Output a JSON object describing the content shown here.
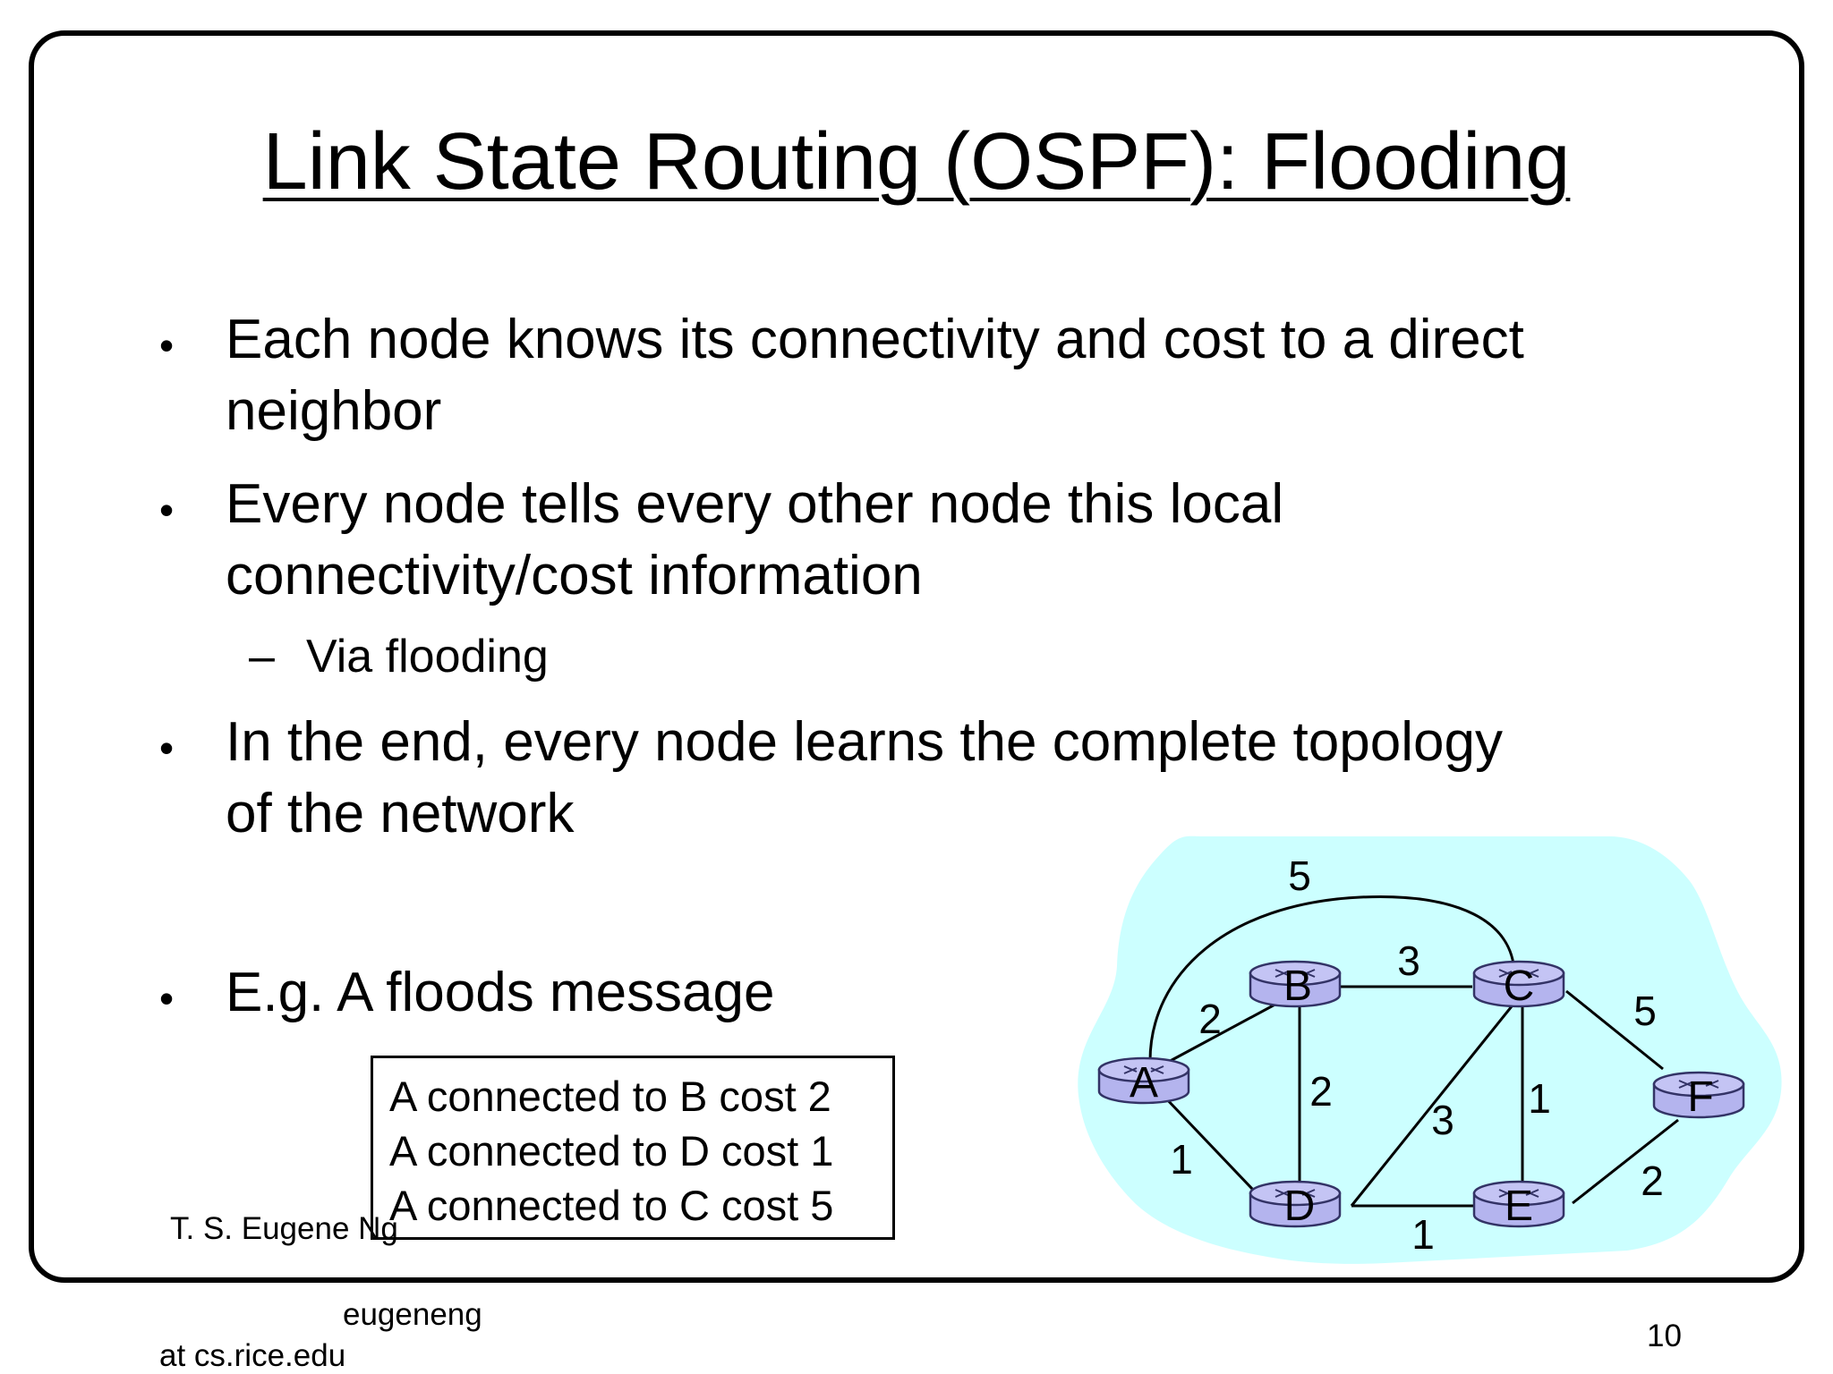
{
  "slide": {
    "title": "Link State Routing (OSPF): Flooding",
    "bullets": [
      {
        "line1": "Each node knows its connectivity and cost to a direct",
        "line2": "neighbor"
      },
      {
        "line1": "Every node tells every other node this local",
        "line2": "connectivity/cost information"
      },
      {
        "line1": "In the end, every node learns the complete topology",
        "line2": "of the network"
      },
      {
        "line1": "E.g. A floods message"
      }
    ],
    "sub_bullet": "Via flooding",
    "bullet_symbol": "•",
    "dash_symbol": "–",
    "message_box": {
      "lines": [
        "A connected to B cost 2",
        "A connected to D cost 1",
        "A connected to C cost 5"
      ]
    },
    "footer": {
      "author": "T. S. Eugene Ng",
      "email_line1": "eugeneng",
      "email_line2": "at cs.rice.edu",
      "page_number": "10"
    }
  },
  "network": {
    "nodes": {
      "A": "A",
      "B": "B",
      "C": "C",
      "D": "D",
      "E": "E",
      "F": "F"
    },
    "costs": {
      "A_C": "5",
      "A_B": "2",
      "A_D": "1",
      "B_C": "3",
      "B_D": "2",
      "C_D": "3",
      "C_E": "1",
      "C_F": "5",
      "D_E": "1",
      "E_F": "2"
    },
    "colors": {
      "cloud": "#ccffff",
      "router": "#b4b4ee",
      "router_stroke": "#333366"
    }
  }
}
